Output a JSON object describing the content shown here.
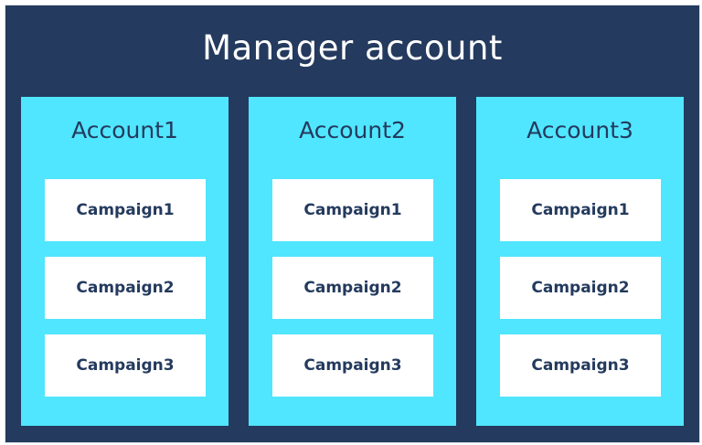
{
  "diagram": {
    "title": "Manager account",
    "colors": {
      "background": "#243a5e",
      "account": "#50e6ff",
      "campaign": "#ffffff",
      "text_dark": "#243a5e",
      "text_light": "#ffffff"
    },
    "accounts": [
      {
        "label": "Account1",
        "campaigns": [
          "Campaign1",
          "Campaign2",
          "Campaign3"
        ]
      },
      {
        "label": "Account2",
        "campaigns": [
          "Campaign1",
          "Campaign2",
          "Campaign3"
        ]
      },
      {
        "label": "Account3",
        "campaigns": [
          "Campaign1",
          "Campaign2",
          "Campaign3"
        ]
      }
    ]
  }
}
